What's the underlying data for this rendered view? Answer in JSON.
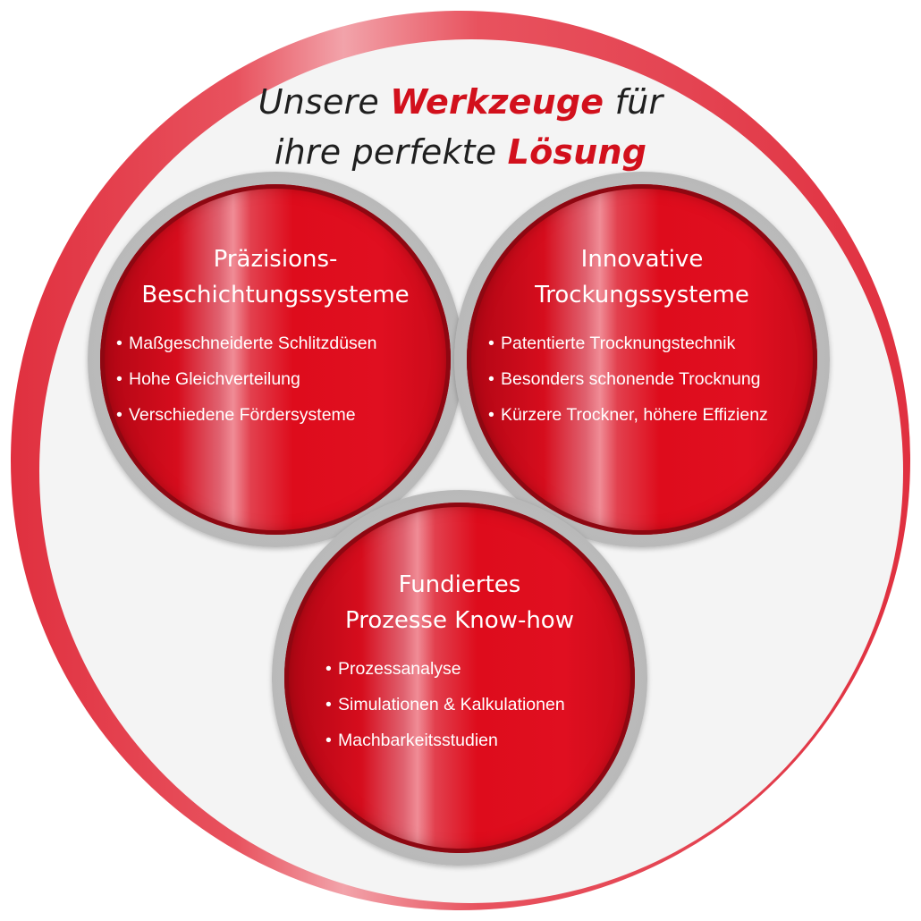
{
  "headline": {
    "line1_part1": "Unsere ",
    "line1_accent": "Werkzeuge",
    "line1_part2": " für",
    "line2_part1": "ihre perfekte ",
    "line2_accent": "Lösung"
  },
  "colors": {
    "accent_red": "#d2101c",
    "ring_red": "#e0303f",
    "background": "#f4f4f4"
  },
  "circles": [
    {
      "title_line1": "Präzisions-",
      "title_line2": "Beschichtungssysteme",
      "items": [
        "Maßgeschneiderte Schlitzdüsen",
        "Hohe Gleichverteilung",
        "Verschiedene Fördersysteme"
      ]
    },
    {
      "title_line1": "Innovative",
      "title_line2": "Trockungssysteme",
      "items": [
        "Patentierte Trocknungstechnik",
        "Besonders schonende Trocknung",
        "Kürzere Trockner, höhere Effizienz"
      ]
    },
    {
      "title_line1": "Fundiertes",
      "title_line2": "Prozesse Know-how",
      "items": [
        "Prozessanalyse",
        "Simulationen & Kalkulationen",
        "Machbarkeitsstudien"
      ]
    }
  ]
}
